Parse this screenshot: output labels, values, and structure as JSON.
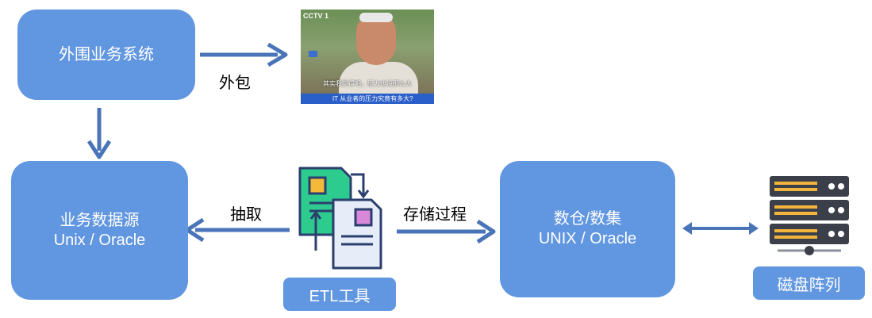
{
  "nodes": {
    "external_system": {
      "label": "外围业务系统"
    },
    "business_source": {
      "line1": "业务数据源",
      "line2": "Unix / Oracle"
    },
    "warehouse": {
      "line1": "数仓/数集",
      "line2": "UNIX / Oracle"
    },
    "etl_tool": {
      "label": "ETL工具"
    },
    "disk_array": {
      "label": "磁盘阵列"
    }
  },
  "edges": {
    "outsource": "外包",
    "extract": "抽取",
    "stored_procedure": "存储过程"
  },
  "photo": {
    "logo": "CCTV 1",
    "subtitle": "其实我觉得吧，压力也没那么大",
    "ticker": "IT 从业者的压力究竟有多大?"
  },
  "colors": {
    "box_fill": "#6196e0",
    "arrow": "#4a74b8",
    "etl_green": "#2ecb8f",
    "etl_yellow": "#f5b93a",
    "etl_pink": "#d888d8",
    "etl_doc": "#e6ecf8",
    "etl_outline": "#2b3f6e",
    "server_dark": "#3a3f4a",
    "server_light": "#f2b43c"
  }
}
